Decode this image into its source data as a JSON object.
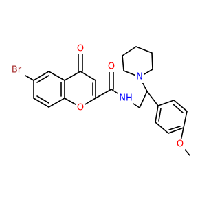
{
  "molecule": {
    "colors": {
      "bond": "#000000",
      "carbon": "#000000",
      "oxygen": "#ff0000",
      "nitrogen": "#0000ff",
      "bromine": "#a52a2a"
    },
    "labels": {
      "bromine": "Br",
      "ketone_oxygen": "O",
      "ring_oxygen": "O",
      "amide_oxygen": "O",
      "amide_nh": "NH",
      "piperidine_n": "N",
      "methoxy_oxygen": "O"
    }
  }
}
